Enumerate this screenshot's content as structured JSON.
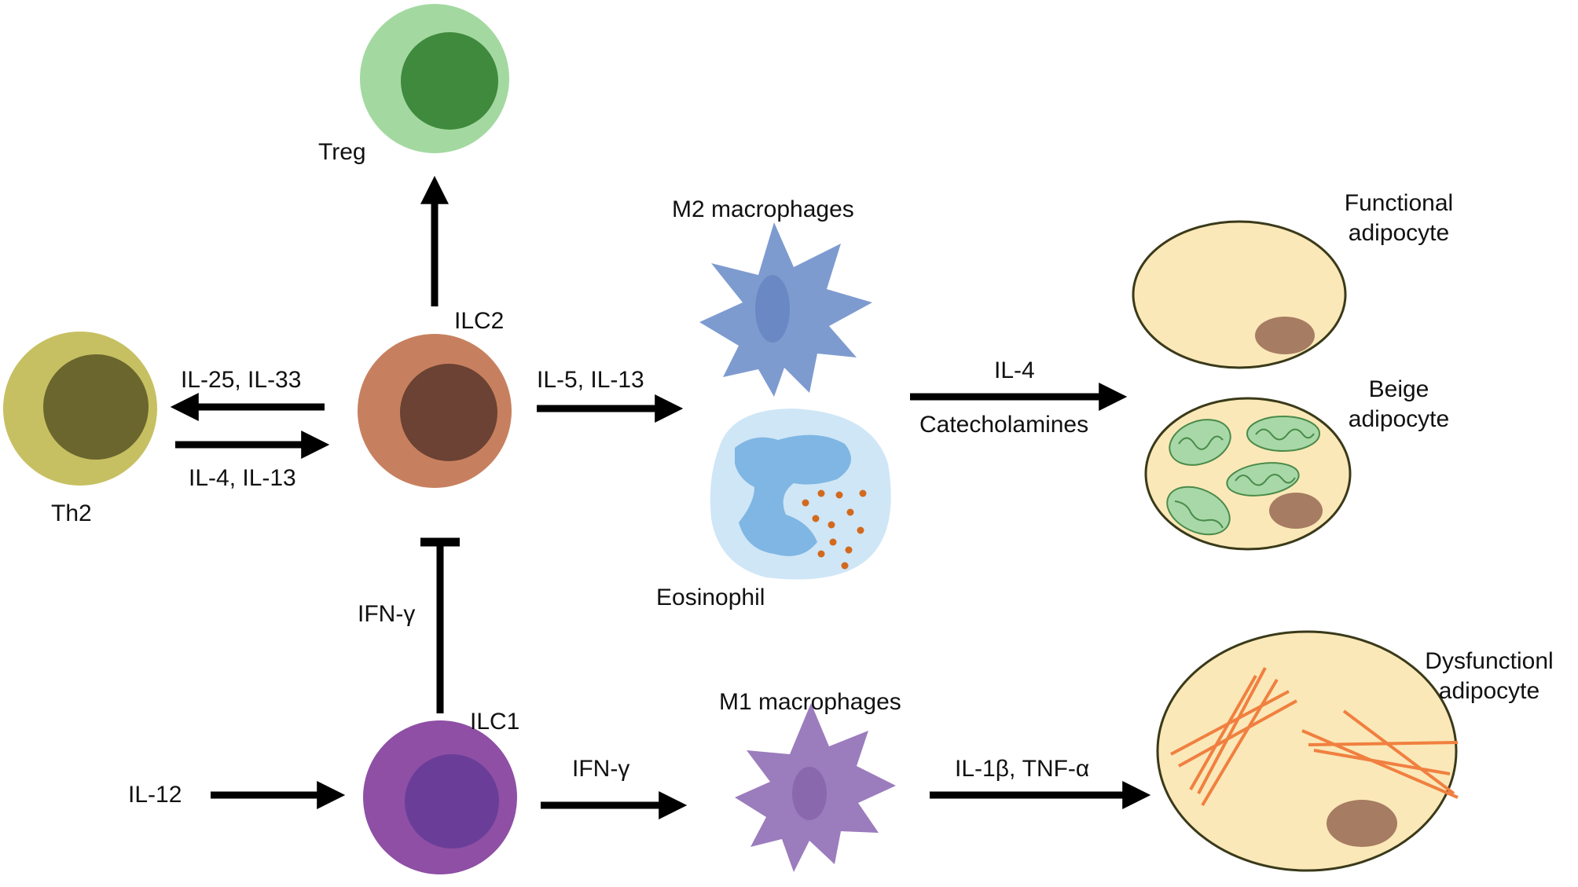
{
  "cells": {
    "treg": "Treg",
    "th2": "Th2",
    "ilc2": "ILC2",
    "ilc1": "ILC1",
    "m2": "M2 macrophages",
    "eosinophil": "Eosinophil",
    "m1": "M1 macrophages",
    "functional": [
      "Functional",
      "adipocyte"
    ],
    "beige": [
      "Beige",
      "adipocyte"
    ],
    "dysfunctional": [
      "Dysfunctionl",
      "adipocyte"
    ]
  },
  "signals": {
    "il25_il33": "IL-25, IL-33",
    "il4_il13": "IL-4, IL-13",
    "il5_il13": "IL-5, IL-13",
    "il4": "IL-4",
    "catecholamines": "Catecholamines",
    "ifng_inhibit": "IFN-γ",
    "il12": "IL-12",
    "ifng_m1": "IFN-γ",
    "il1b_tnfa": "IL-1β, TNF-α"
  },
  "colors": {
    "treg_outer": "#a3d9a0",
    "treg_inner": "#3f8a3d",
    "th2_outer": "#c6c062",
    "th2_inner": "#6b662e",
    "ilc2_outer": "#c7805f",
    "ilc2_inner": "#6b4233",
    "ilc1_outer": "#8e4fa5",
    "ilc1_inner": "#6a3e98",
    "m2": "#7e9bd0",
    "m1": "#9b7cbd",
    "eosinophil_outer": "#cfe6f6",
    "eosinophil_nucleus": "#7fb6e3",
    "granules": "#d2691e",
    "adipocyte_fill": "#fbe8b8",
    "adipocyte_stroke": "#3a3a1a",
    "lipid_nucleus": "#a67c62",
    "mitochondria": "#a8d8a8",
    "fibers": "#f08040",
    "arrow": "#000000"
  }
}
